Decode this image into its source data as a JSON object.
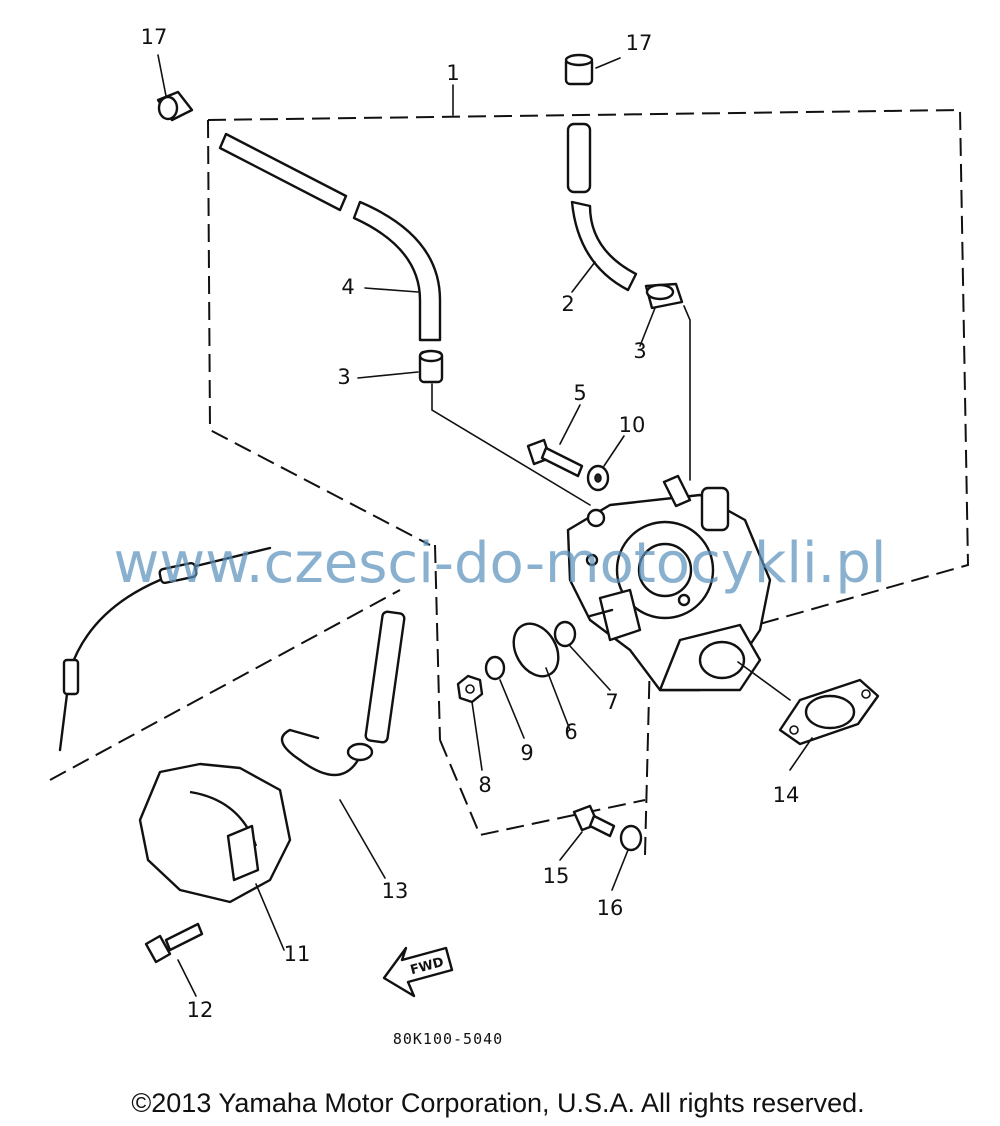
{
  "diagram": {
    "callouts": [
      "1",
      "2",
      "3",
      "3",
      "4",
      "5",
      "6",
      "7",
      "8",
      "9",
      "10",
      "11",
      "12",
      "13",
      "14",
      "15",
      "16",
      "17",
      "17"
    ],
    "forward_label": "FWD",
    "drawing_code": "80K100-5040",
    "watermark": "www.czesci-do-motocykli.pl",
    "copyright": "©2013 Yamaha Motor Corporation, U.S.A. All rights reserved."
  }
}
